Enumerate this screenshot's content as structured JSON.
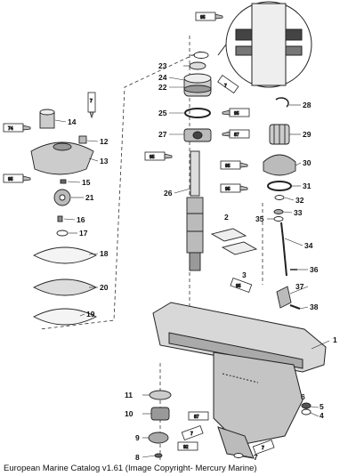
{
  "caption": "European Marine Catalog v1.61 (Image Copyright- Mercury Marine)",
  "part_numbers": {
    "p1": "1",
    "p2": "2",
    "p3": "3",
    "p4": "4",
    "p5": "5",
    "p6": "6",
    "p7": "7",
    "p8": "8",
    "p9": "9",
    "p10": "10",
    "p11": "11",
    "p12": "12",
    "p13": "13",
    "p14": "14",
    "p15": "15",
    "p16": "16",
    "p17": "17",
    "p18": "18",
    "p19": "19",
    "p20": "20",
    "p21": "21",
    "p22": "22",
    "p23": "23",
    "p24": "24",
    "p25": "25",
    "p26": "26",
    "p27": "27",
    "p28": "28",
    "p29": "29",
    "p30": "30",
    "p31": "31",
    "p32": "32",
    "p33": "33",
    "p34": "34",
    "p35": "35",
    "p36": "36",
    "p37": "37",
    "p38": "38"
  },
  "lubricant_tags": {
    "t74": "74",
    "t95": "95",
    "t87": "87",
    "t92": "92",
    "t7": "7"
  }
}
